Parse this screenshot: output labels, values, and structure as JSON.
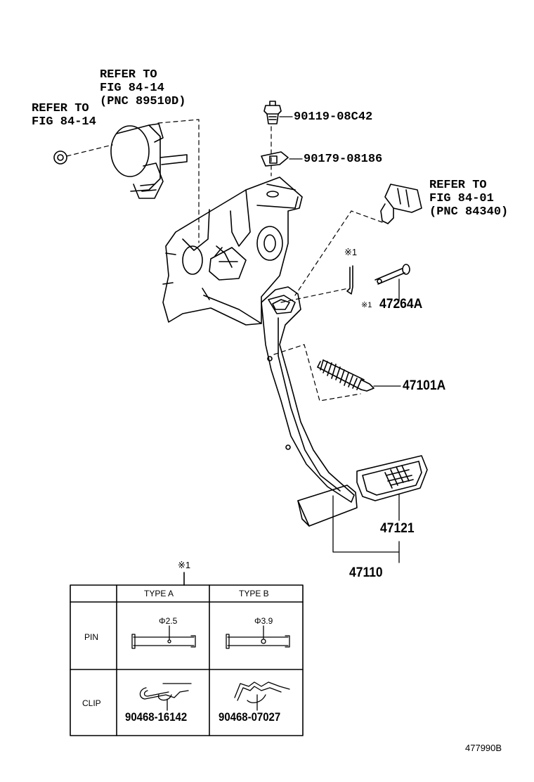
{
  "callouts": {
    "refer_fig_84_14_pnc": {
      "line1": "REFER TO",
      "line2": "FIG 84-14",
      "line3": "(PNC 89510D)"
    },
    "refer_fig_84_14": {
      "line1": "REFER TO",
      "line2": "FIG 84-14"
    },
    "refer_fig_84_01": {
      "line1": "REFER TO",
      "line2": "FIG 84-01",
      "line3": "(PNC 84340)"
    }
  },
  "parts": {
    "bolt": "90119-08C42",
    "nut": "90179-08186",
    "pin_note_mark": "※1",
    "pin_mark": "※1",
    "pin": "47264A",
    "spring": "47101A",
    "pad": "47121",
    "pedal": "47110"
  },
  "table": {
    "mark": "※1",
    "col_a": "TYPE A",
    "col_b": "TYPE B",
    "row_pin": "PIN",
    "row_clip": "CLIP",
    "pin_a_dim": "Φ2.5",
    "pin_b_dim": "Φ3.9",
    "clip_a": "90468-16142",
    "clip_b": "90468-07027"
  },
  "figure_id": "477990B"
}
